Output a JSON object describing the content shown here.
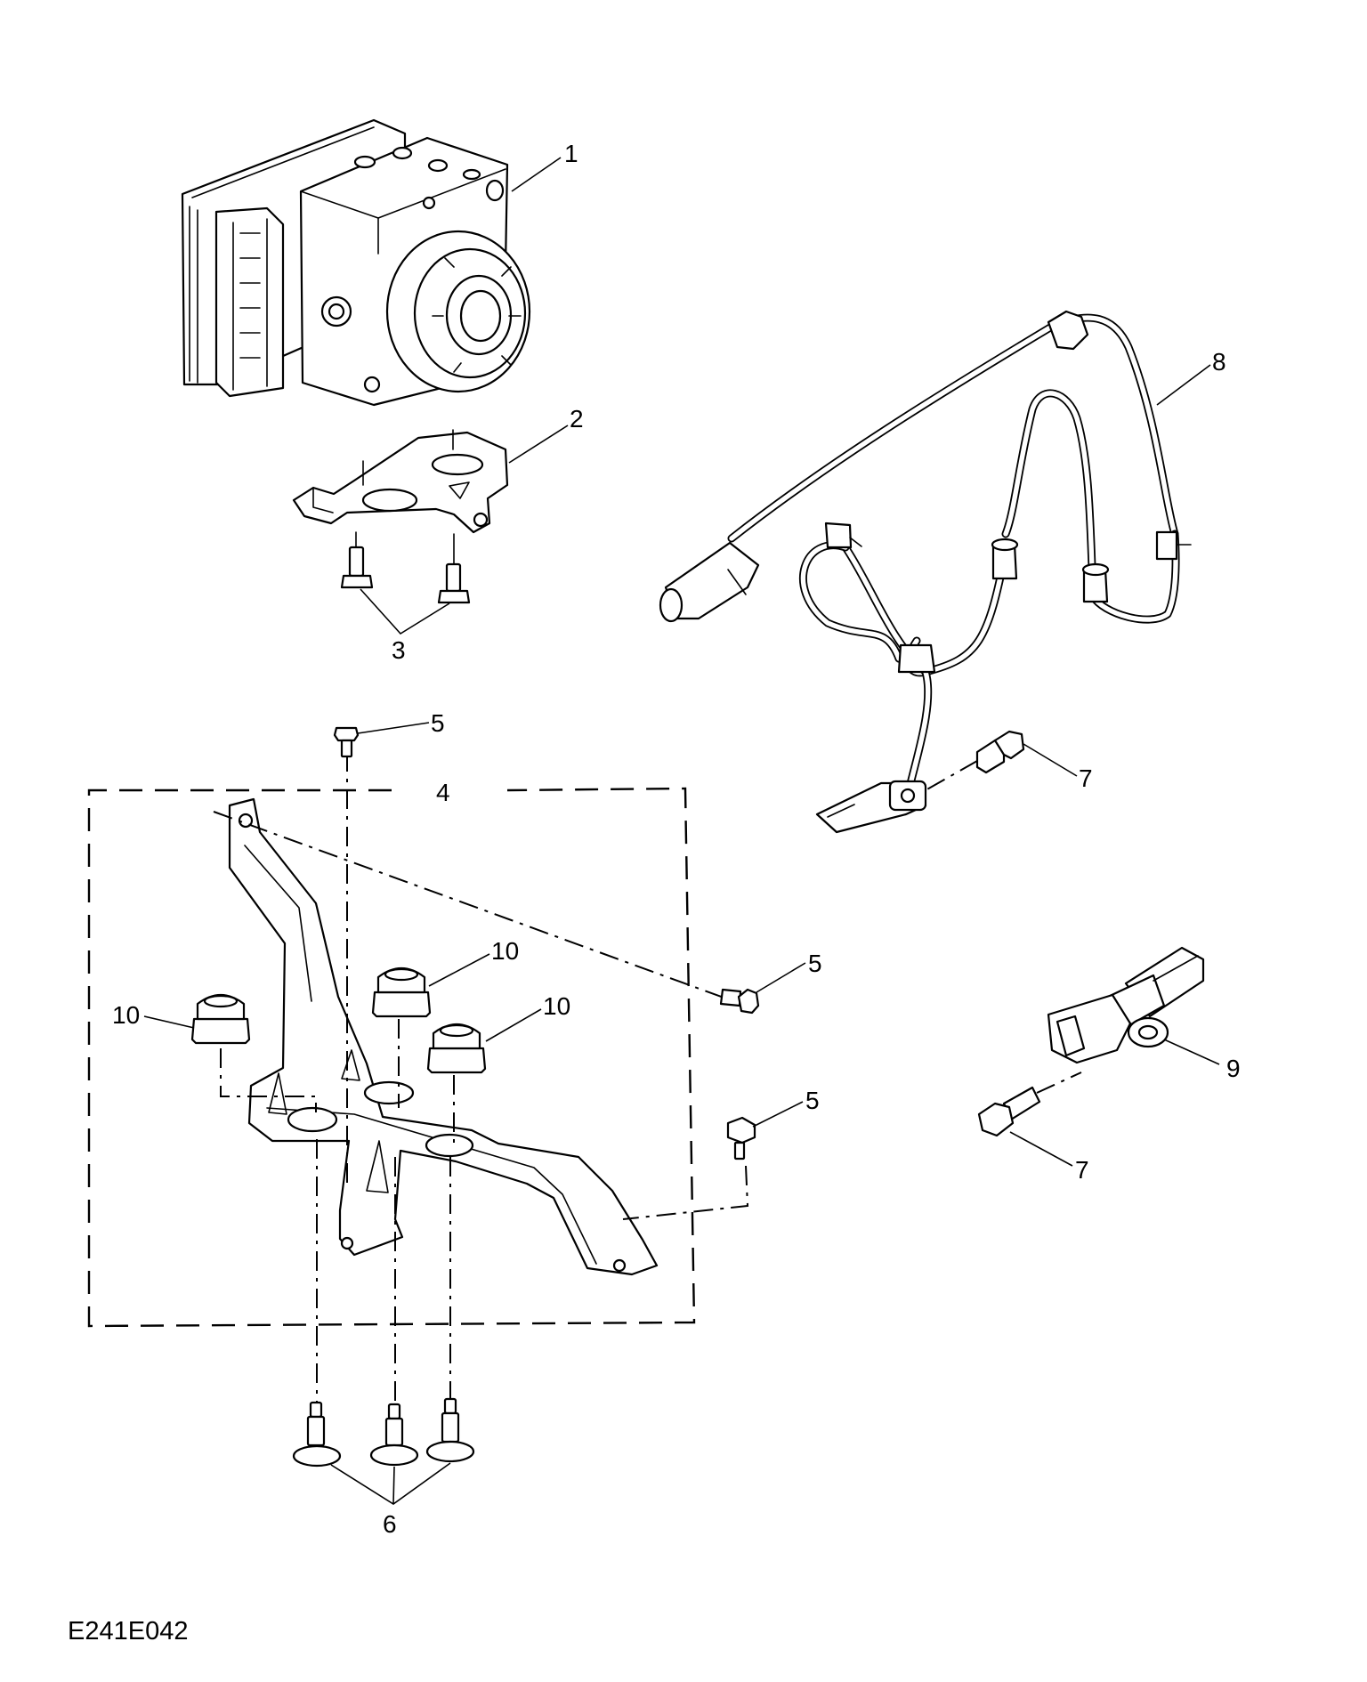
{
  "callouts": {
    "c1": "1",
    "c2": "2",
    "c3": "3",
    "c4": "4",
    "c5a": "5",
    "c5b": "5",
    "c5c": "5",
    "c6": "6",
    "c7a": "7",
    "c7b": "7",
    "c8": "8",
    "c9": "9",
    "c10a": "10",
    "c10b": "10",
    "c10c": "10"
  },
  "drawing_id": "E241E042"
}
